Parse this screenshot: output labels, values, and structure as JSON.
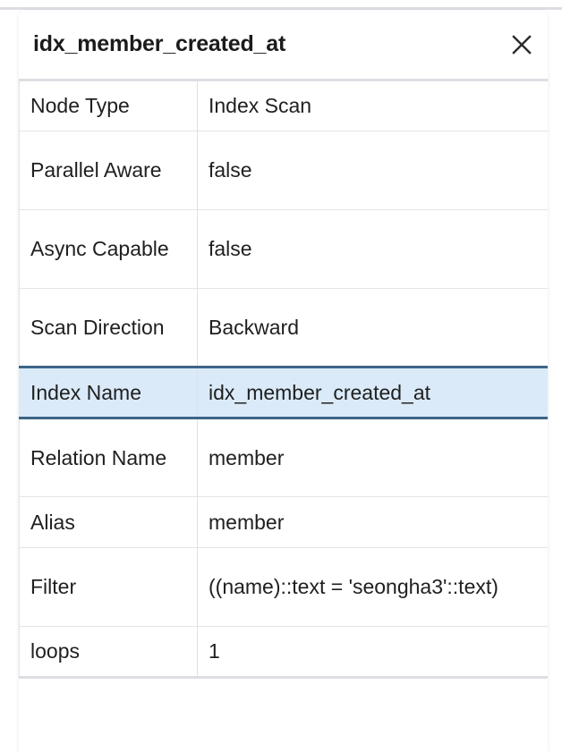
{
  "panel": {
    "title": "idx_member_created_at",
    "close_icon": "close-icon",
    "close_label": "Close",
    "accent_color": "#3e6489",
    "highlight_bg": "#daeaf8",
    "border_color": "#e2e4e9"
  },
  "properties": [
    {
      "key": "Node Type",
      "value": "Index Scan",
      "wrapped": false,
      "selected": false
    },
    {
      "key": "Parallel Aware",
      "value": "false",
      "wrapped": true,
      "selected": false
    },
    {
      "key": "Async Capable",
      "value": "false",
      "wrapped": true,
      "selected": false
    },
    {
      "key": "Scan Direction",
      "value": "Backward",
      "wrapped": true,
      "selected": false
    },
    {
      "key": "Index Name",
      "value": "idx_member_created_at",
      "wrapped": false,
      "selected": true
    },
    {
      "key": "Relation Name",
      "value": "member",
      "wrapped": true,
      "selected": false
    },
    {
      "key": "Alias",
      "value": "member",
      "wrapped": false,
      "selected": false
    },
    {
      "key": "Filter",
      "value": "((name)::text = 'seongha3'::text)",
      "wrapped": true,
      "selected": false
    },
    {
      "key": "loops",
      "value": "1",
      "wrapped": false,
      "selected": false
    }
  ]
}
